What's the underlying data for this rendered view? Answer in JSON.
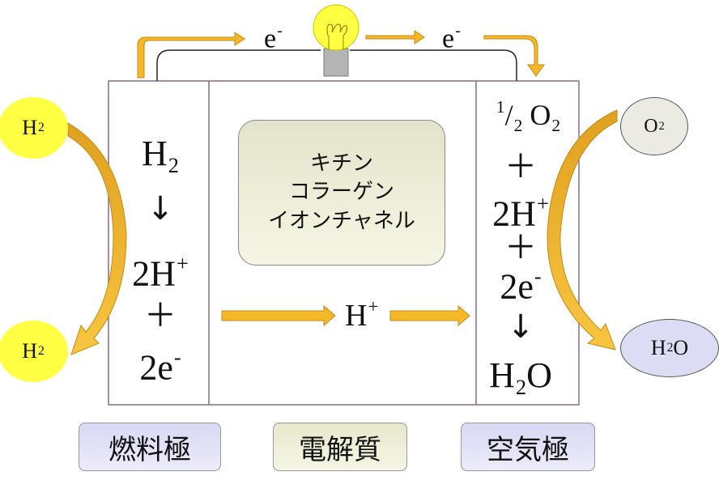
{
  "electron_left": "e",
  "electron_right": "e",
  "electron_sup": "-",
  "bubbles": {
    "h2_in": "H",
    "h2_out": "H",
    "o2": "O",
    "h2o_h": "H",
    "h2o_o": "O",
    "sub2": "2"
  },
  "anode": {
    "h2": "H",
    "h2_sub": "2",
    "arrow": "↓",
    "two_h": "2H",
    "plus_sup": "+",
    "plus": "＋",
    "two_e": "2e",
    "minus_sup": "-"
  },
  "cathode": {
    "half_num": "1",
    "half_slash": "/",
    "half_den": "2",
    "o2": "O",
    "o2_sub": "2",
    "plus": "＋",
    "two_h": "2H",
    "plus_sup": "+",
    "two_e": "2e",
    "minus_sup": "-",
    "arrow": "↓",
    "h2o_h": "H",
    "h2o_sub": "2",
    "h2o_o": "O"
  },
  "electrolyte_ion": "H",
  "electrolyte_ion_sup": "+",
  "membrane": {
    "line1": "キチン",
    "line2": "コラーゲン",
    "line3": "イオンチャネル"
  },
  "bottom_labels": {
    "anode": "燃料極",
    "electrolyte": "電解質",
    "cathode": "空気極"
  },
  "colors": {
    "arrow_fill": "#f5b828",
    "arrow_stroke": "#c88a10",
    "cell_border": "#8a6a8a",
    "bulb": "#ffff44"
  }
}
